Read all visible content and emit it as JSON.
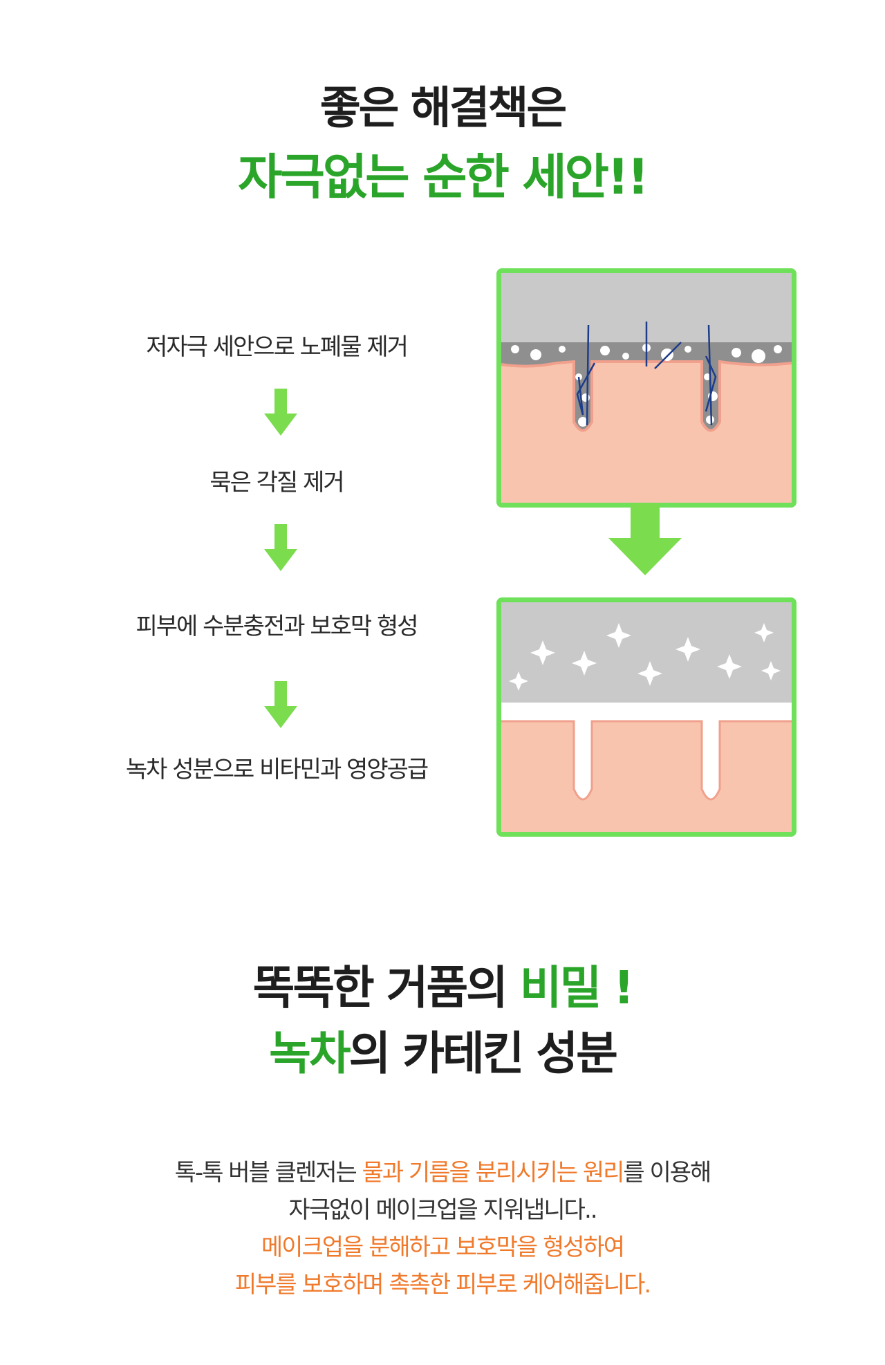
{
  "header": {
    "line1": "좋은 해결책은",
    "line2": "자극없는 순한 세안!!"
  },
  "steps": [
    "저자극 세안으로 노폐물 제거",
    "묵은 각질 제거",
    "피부에 수분충전과 보호막 형성",
    "녹차 성분으로 비타민과 영양공급"
  ],
  "secret": {
    "line1_a": "똑똑한 거품의 ",
    "line1_b": "비밀 !",
    "line2_a": "녹차",
    "line2_b": "의 카테킨 성분"
  },
  "description": {
    "l1_a": "톡-톡 버블 클렌저는 ",
    "l1_b": "물과 기름을 분리시키는 원리",
    "l1_c": "를 이용해",
    "l2": "자극없이 메이크업을 지워냅니다..",
    "l3": "메이크업을 분해하고  보호막을 형성하여",
    "l4": "피부를 보호하며 촉촉한 피부로 케어해줍니다."
  },
  "colors": {
    "green_text": "#2aa52a",
    "arrow_green": "#7bdc4e",
    "panel_border": "#6ee05a",
    "skin": "#f8c4ae",
    "grey": "#c9c9c9",
    "orange_text": "#f07a2c"
  },
  "icons": [
    "down-arrow-icon",
    "pore-dirty-illustration",
    "pore-clean-illustration"
  ]
}
